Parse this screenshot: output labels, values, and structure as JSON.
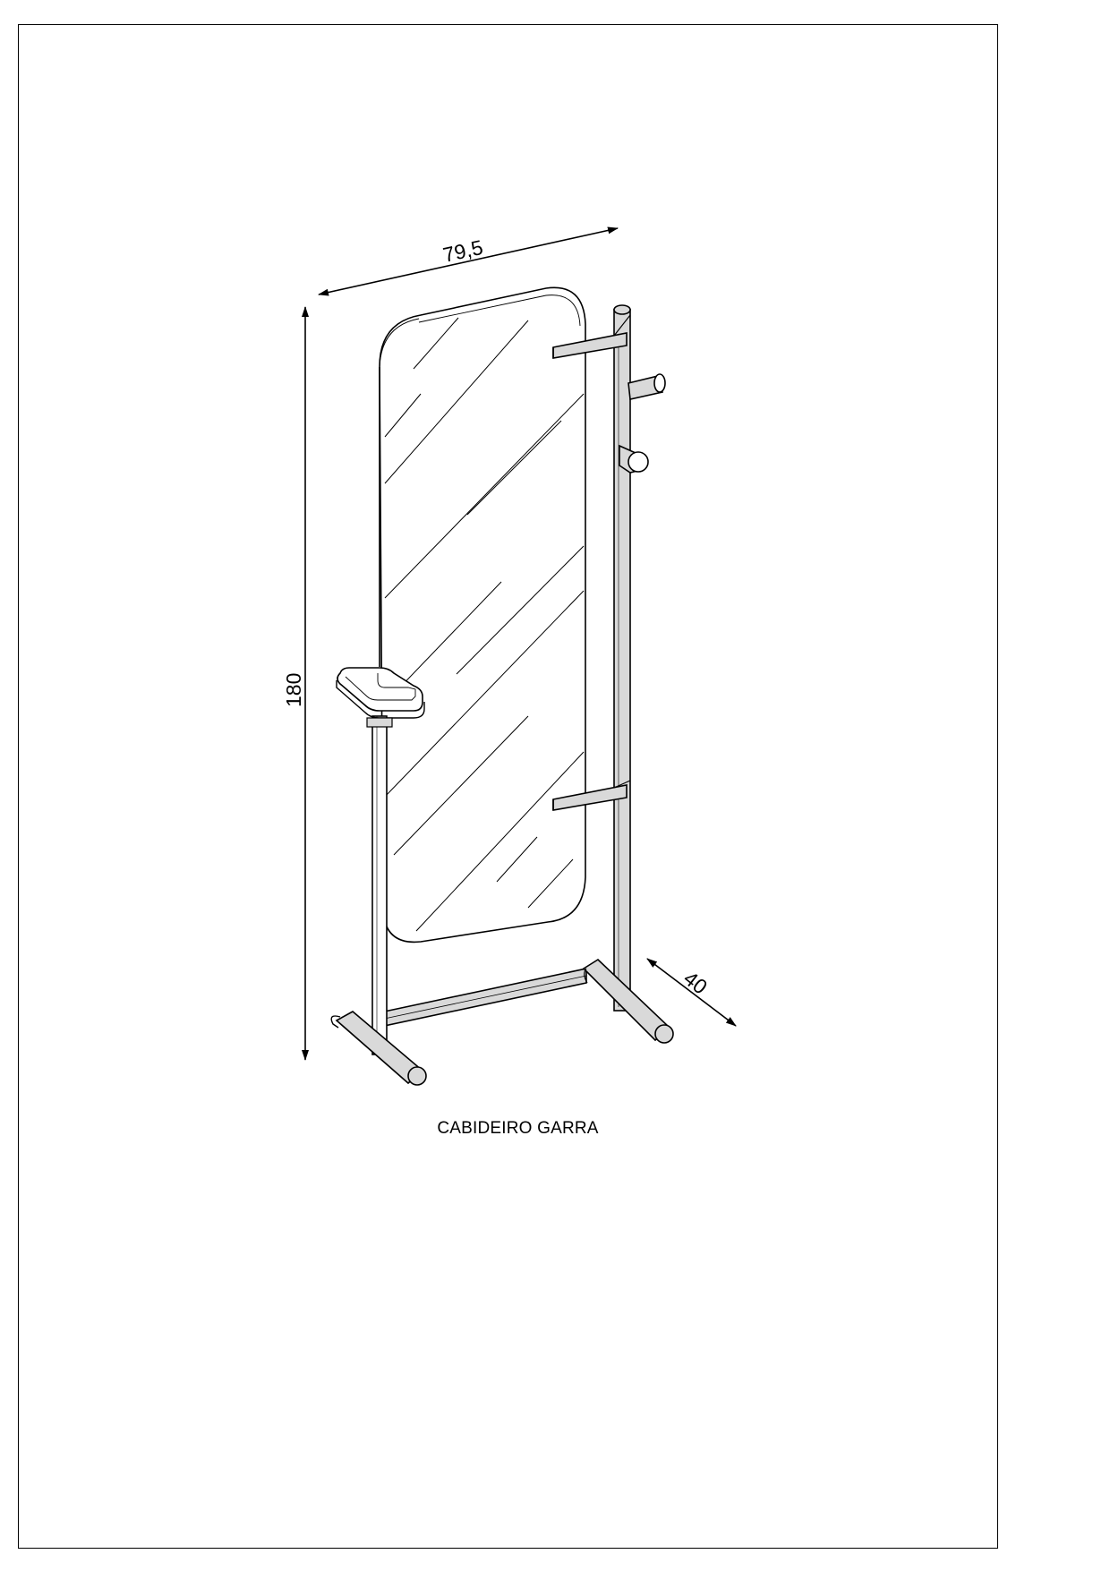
{
  "drawing": {
    "title": "CABIDEIRO GARRA",
    "dimensions": {
      "width": "79,5",
      "height": "180",
      "depth": "40"
    },
    "colors": {
      "line": "#000000",
      "tube_fill": "#d9d9d9",
      "paper": "#ffffff"
    }
  }
}
